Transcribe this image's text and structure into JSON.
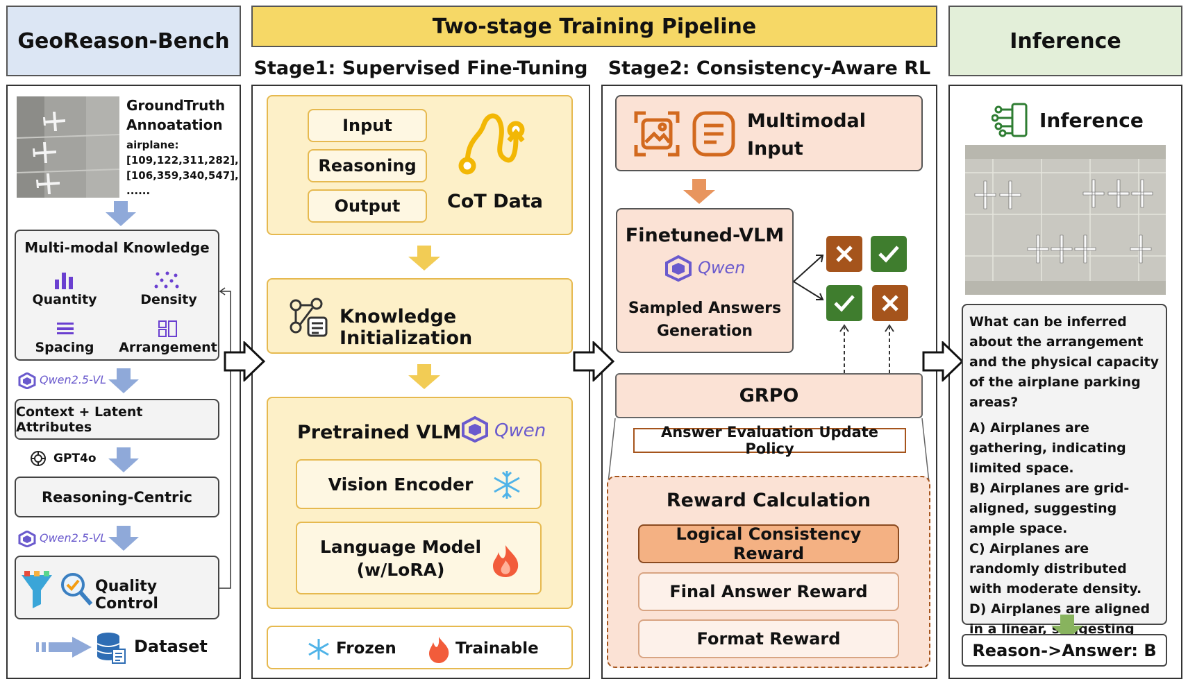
{
  "headers": {
    "bench": "GeoReason-Bench",
    "pipeline": "Two-stage Training Pipeline",
    "inference": "Inference",
    "stage1": "Stage1: Supervised Fine-Tuning",
    "stage2": "Stage2: Consistency-Aware RL"
  },
  "bench": {
    "gt_title_line1": "GroundTruth",
    "gt_title_line2": "Annoatation",
    "gt_lines": [
      "airplane:",
      "[109,122,311,282],",
      "[106,359,340,547],",
      "......"
    ],
    "knowledge_title": "Multi-modal Knowledge",
    "knowledge_items": [
      "Quantity",
      "Density",
      "Spacing",
      "Arrangement"
    ],
    "qwen_label_1": "Qwen2.5-VL",
    "context_box": "Context + Latent Attributes",
    "gpt_label": "GPT4o",
    "reasoning_box": "Reasoning-Centric",
    "qwen_label_2": "Qwen2.5-VL",
    "quality_box": "Quality Control",
    "dataset_label": "Dataset"
  },
  "stage1": {
    "chips": [
      "Input",
      "Reasoning",
      "Output"
    ],
    "cot_label": "CoT Data",
    "knowledge_init": "Knowledge Initialization",
    "pretrained_label": "Pretrained VLM",
    "qwen_brand": "Qwen",
    "vision_encoder": "Vision Encoder",
    "language_model_line1": "Language Model",
    "language_model_line2": "(w/LoRA)",
    "legend_frozen": "Frozen",
    "legend_trainable": "Trainable"
  },
  "stage2": {
    "multimodal_line1": "Multimodal",
    "multimodal_line2": "Input",
    "finetuned_title": "Finetuned-VLM",
    "qwen_brand": "Qwen",
    "sampled_line1": "Sampled Answers",
    "sampled_line2": "Generation",
    "grpo": "GRPO",
    "policy": "Answer Evaluation Update Policy",
    "reward_title": "Reward Calculation",
    "rewards": [
      "Logical Consistency Reward",
      "Final Answer Reward",
      "Format Reward"
    ]
  },
  "inference": {
    "title": "Inference",
    "question": "What can be inferred about the arrangement and the physical capacity of the airplane parking areas?",
    "options": [
      "A) Airplanes are gathering, indicating limited space.",
      "B) Airplanes are grid-aligned, suggesting ample space.",
      "C) Airplanes are randomly distributed with moderate density.",
      "D) Airplanes are aligned in a linear, suggesting ample space."
    ],
    "answer": "Reason->Answer: B"
  },
  "colors": {
    "bench_header": "#dce6f4",
    "pipeline_header": "#f6d866",
    "inference_header": "#e3efd9",
    "yellow_box": "#fdf0c8",
    "orange_box": "#fbe2d5",
    "reward_highlight": "#f4b183",
    "arrow_blue": "#8fa9d9",
    "arrow_yellow": "#f2cc55",
    "arrow_orange": "#e8955e",
    "arrow_green": "#88b35e",
    "cross_brown": "#a5541c",
    "check_green": "#3f7d2e",
    "qwen_purple": "#6a5acd"
  }
}
